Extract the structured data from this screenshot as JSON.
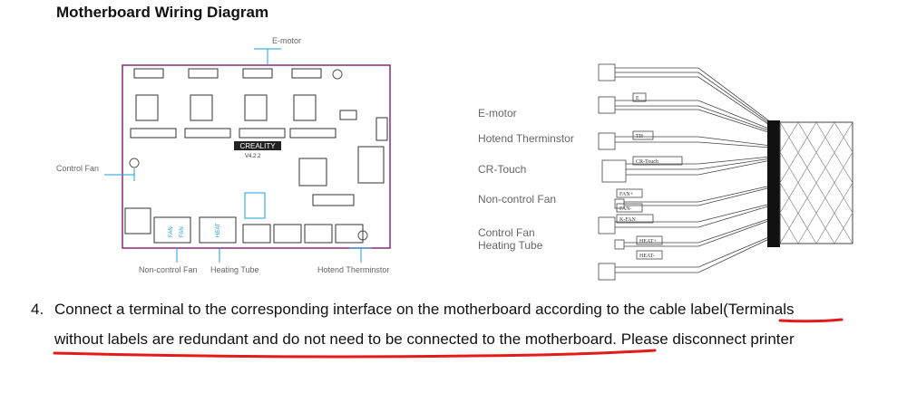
{
  "title": "Motherboard Wiring Diagram",
  "board": {
    "brand": "CREALITY",
    "version": "V4.2.2",
    "label_top": "E-motor",
    "label_left": "Control Fan",
    "label_bottom_1": "Non-control Fan",
    "label_bottom_2": "Heating Tube",
    "label_bottom_3": "Hotend Therminstor",
    "connector_labels": [
      "FAN",
      "FAN",
      "HEAT"
    ]
  },
  "harness": {
    "labels": [
      "E-motor",
      "Hotend Therminstor",
      "CR-Touch",
      "Non-control Fan",
      "Control Fan",
      "Heating Tube"
    ],
    "tags": [
      "E",
      "TH",
      "CR-Touch",
      "FAN+",
      "FAN-",
      "K-FAN",
      "HEAT+",
      "HEAT-"
    ]
  },
  "instruction": {
    "number": "4.",
    "line1": "Connect a terminal to the corresponding interface on the motherboard according to the cable label(Terminals",
    "line2": "without labels are redundant and do not need to be connected to the motherboard. Please disconnect printer"
  },
  "colors": {
    "accent": "#1aa0d8",
    "annotation": "#e41b1b",
    "board": "#8a2a7a"
  }
}
